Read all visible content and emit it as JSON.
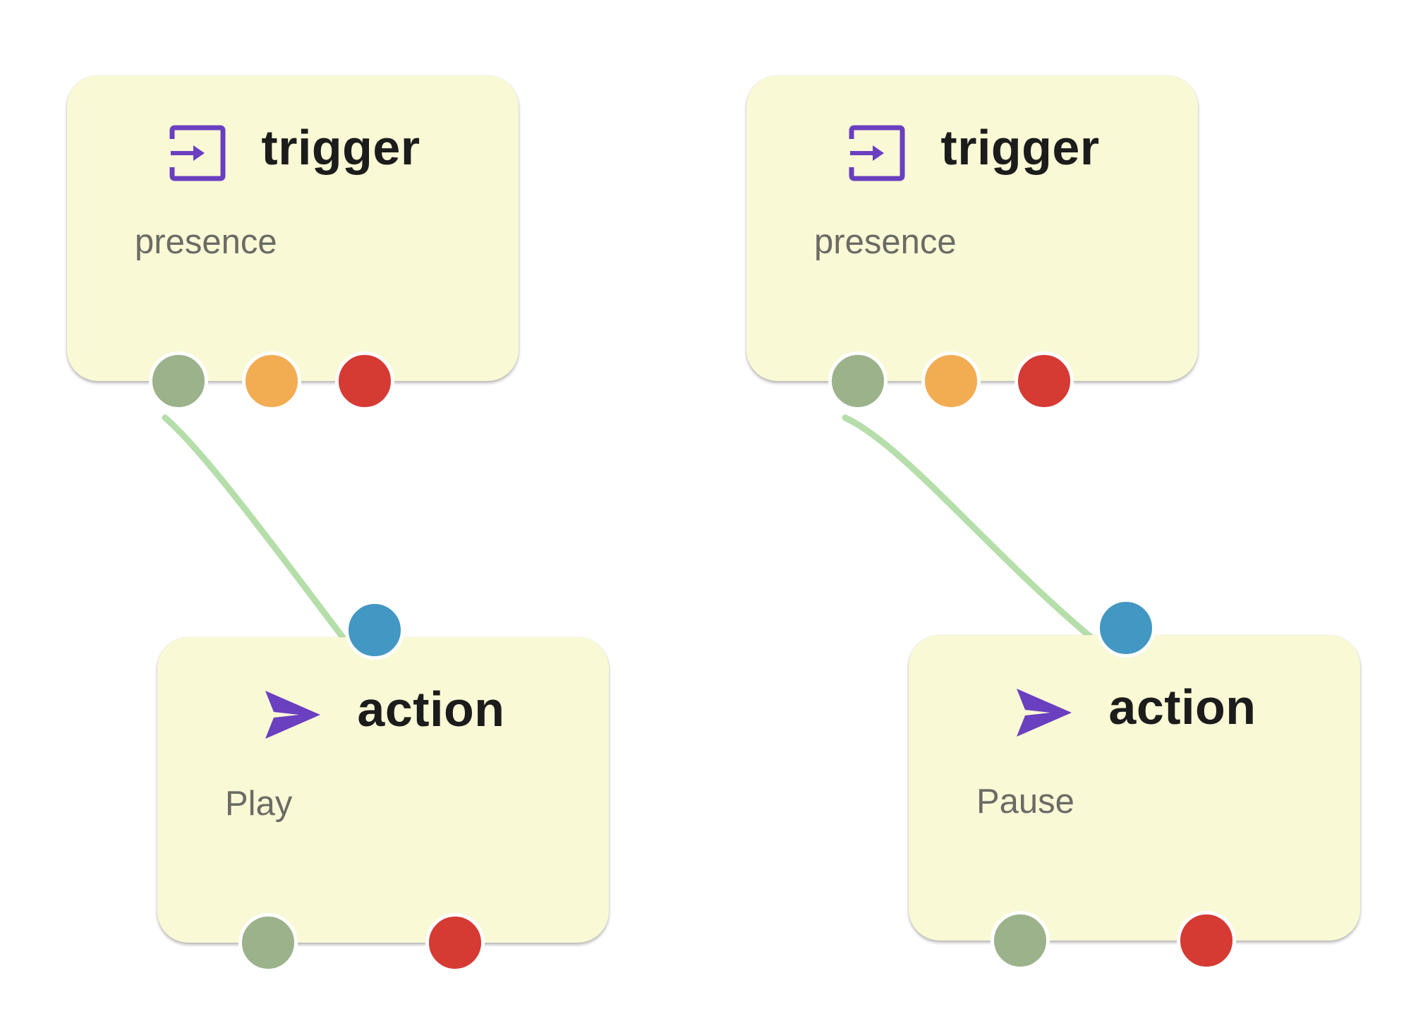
{
  "colors": {
    "node_background": "#f9f9d6",
    "icon_purple": "#6a3fc0",
    "port_success": "#9bb28b",
    "port_warning": "#f2ac52",
    "port_error": "#d53a33",
    "port_input": "#4397c3",
    "wire": "#b5deaa"
  },
  "nodes": [
    {
      "id": "trigger-1",
      "kind": "trigger",
      "title": "trigger",
      "subtitle": "presence",
      "icon": "login-icon"
    },
    {
      "id": "trigger-2",
      "kind": "trigger",
      "title": "trigger",
      "subtitle": "presence",
      "icon": "login-icon"
    },
    {
      "id": "action-1",
      "kind": "action",
      "title": "action",
      "subtitle": "Play",
      "icon": "send-icon"
    },
    {
      "id": "action-2",
      "kind": "action",
      "title": "action",
      "subtitle": "Pause",
      "icon": "send-icon"
    }
  ],
  "connections": [
    {
      "from_node": "trigger-1",
      "from_port": "success",
      "to_node": "action-1",
      "to_port": "input"
    },
    {
      "from_node": "trigger-2",
      "from_port": "success",
      "to_node": "action-2",
      "to_port": "input"
    }
  ]
}
